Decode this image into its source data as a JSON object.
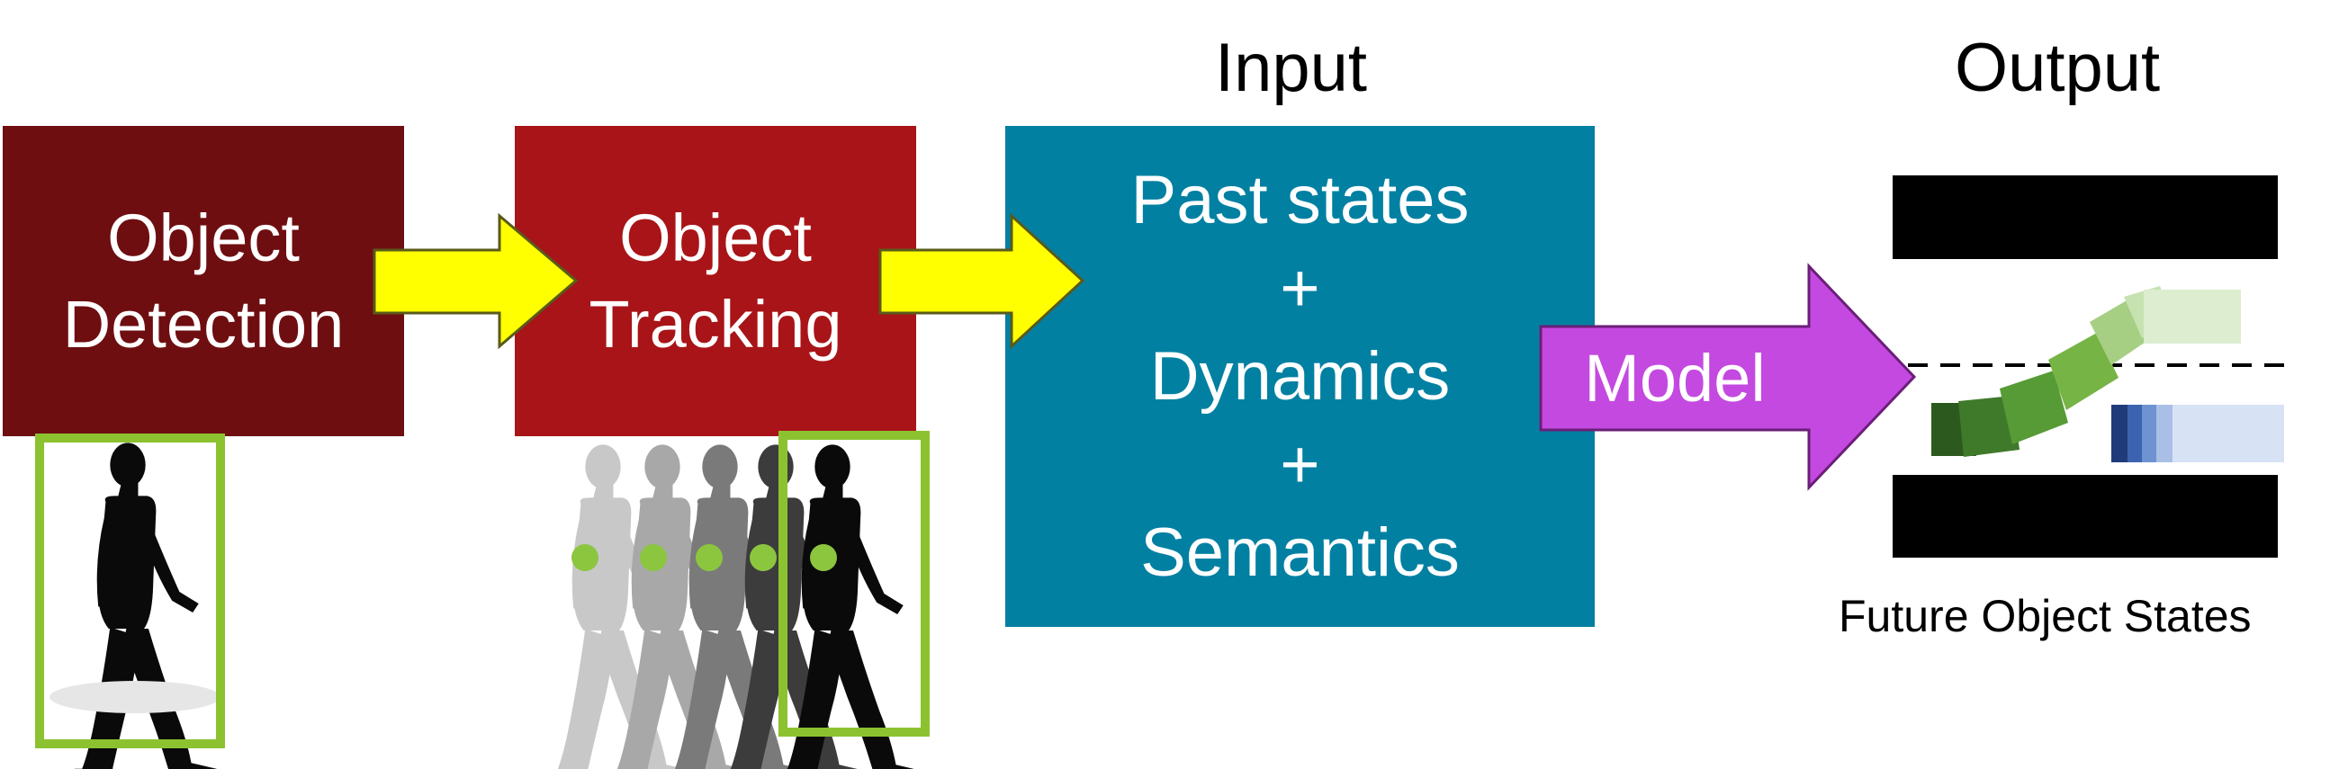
{
  "detection": {
    "line1": "Object",
    "line2": "Detection",
    "color": "#6e0e10"
  },
  "tracking": {
    "line1": "Object",
    "line2": "Tracking",
    "color": "#a81417"
  },
  "input": {
    "heading": "Input",
    "line1": "Past states",
    "plus1": "+",
    "line2": "Dynamics",
    "plus2": "+",
    "line3": "Semantics",
    "color": "#0280a2"
  },
  "model": {
    "label": "Model",
    "color": "#c449e0"
  },
  "output": {
    "heading": "Output",
    "caption": "Future Object States"
  },
  "arrow_color": "#ffff00",
  "box_color": "#8cc230",
  "track_dot_color": "#8cc63f",
  "icons": [
    "walking-person-icon",
    "walking-person-trail-icon",
    "trajectory-icon"
  ]
}
